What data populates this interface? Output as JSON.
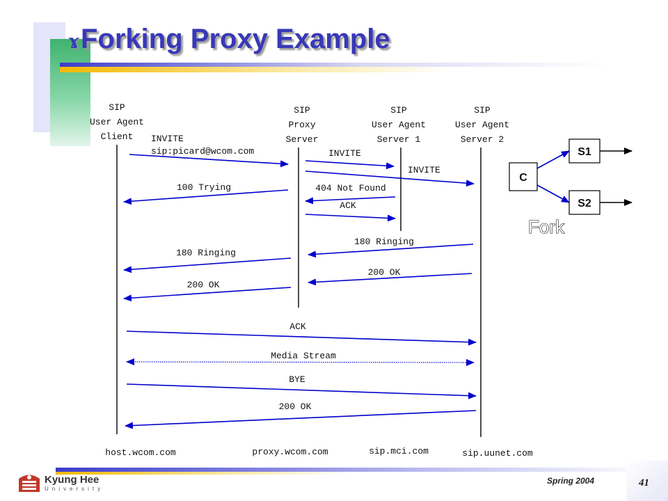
{
  "slide": {
    "title": "Forking Proxy Example",
    "bullet_glyph": "ɤ",
    "footer_date": "Spring 2004",
    "page_number": "41",
    "university_name": "Kyung Hee",
    "university_sub": "University"
  },
  "entities": [
    {
      "id": "uac",
      "lines": [
        "SIP",
        "User Agent",
        "Client"
      ],
      "host": "host.wcom.com"
    },
    {
      "id": "proxy",
      "lines": [
        "SIP",
        "Proxy",
        "Server"
      ],
      "host": "proxy.wcom.com"
    },
    {
      "id": "uas1",
      "lines": [
        "SIP",
        "User Agent",
        "Server 1"
      ],
      "host": "sip.mci.com"
    },
    {
      "id": "uas2",
      "lines": [
        "SIP",
        "User Agent",
        "Server 2"
      ],
      "host": "sip.uunet.com"
    }
  ],
  "messages": [
    {
      "label": "INVITE",
      "label2": "sip:picard@wcom.com",
      "from": "uac",
      "to": "proxy"
    },
    {
      "label": "INVITE",
      "from": "proxy",
      "to": "uas1"
    },
    {
      "label": "INVITE",
      "from": "proxy",
      "to": "uas2"
    },
    {
      "label": "100 Trying",
      "from": "proxy",
      "to": "uac"
    },
    {
      "label": "404 Not Found",
      "from": "uas1",
      "to": "proxy"
    },
    {
      "label": "ACK",
      "from": "proxy",
      "to": "uas1"
    },
    {
      "label": "180 Ringing",
      "from": "uas2",
      "to": "proxy"
    },
    {
      "label": "180 Ringing",
      "from": "proxy",
      "to": "uac"
    },
    {
      "label": "200 OK",
      "from": "uas2",
      "to": "proxy"
    },
    {
      "label": "200 OK",
      "from": "proxy",
      "to": "uac"
    },
    {
      "label": "ACK",
      "from": "uac",
      "to": "uas2"
    },
    {
      "label": "Media Stream",
      "from": "uac",
      "to": "uas2",
      "bidirectional": true
    },
    {
      "label": "BYE",
      "from": "uac",
      "to": "uas2"
    },
    {
      "label": "200 OK",
      "from": "uas2",
      "to": "uac"
    }
  ],
  "fork": {
    "source": "C",
    "branches": [
      "S1",
      "S2"
    ],
    "caption": "Fork"
  }
}
